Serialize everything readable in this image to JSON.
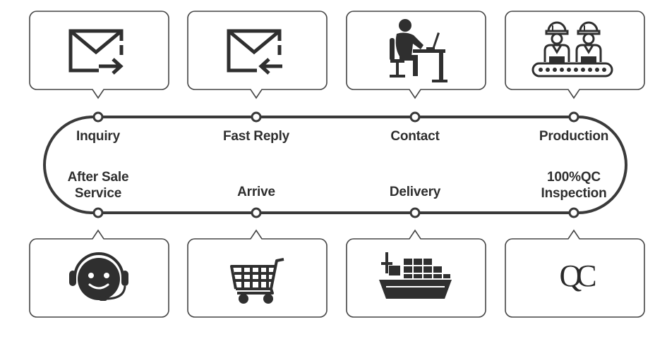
{
  "colors": {
    "line": "#3a3a3a",
    "icon": "#2f2f2f",
    "box_stroke": "#444444",
    "text": "#2f2f2f"
  },
  "steps": [
    {
      "label": "Inquiry",
      "icon": "mail-send-icon"
    },
    {
      "label": "Fast Reply",
      "icon": "mail-reply-icon"
    },
    {
      "label": "Contact",
      "icon": "person-at-computer-icon"
    },
    {
      "label": "Production",
      "icon": "workers-conveyor-icon"
    },
    {
      "label_lines": [
        "100%QC",
        "Inspection"
      ],
      "icon": "qc-icon",
      "icon_text": "QC"
    },
    {
      "label": "Delivery",
      "icon": "cargo-ship-icon"
    },
    {
      "label": "Arrive",
      "icon": "shopping-cart-icon"
    },
    {
      "label_lines": [
        "After Sale",
        "Service"
      ],
      "icon": "headset-support-icon"
    }
  ]
}
